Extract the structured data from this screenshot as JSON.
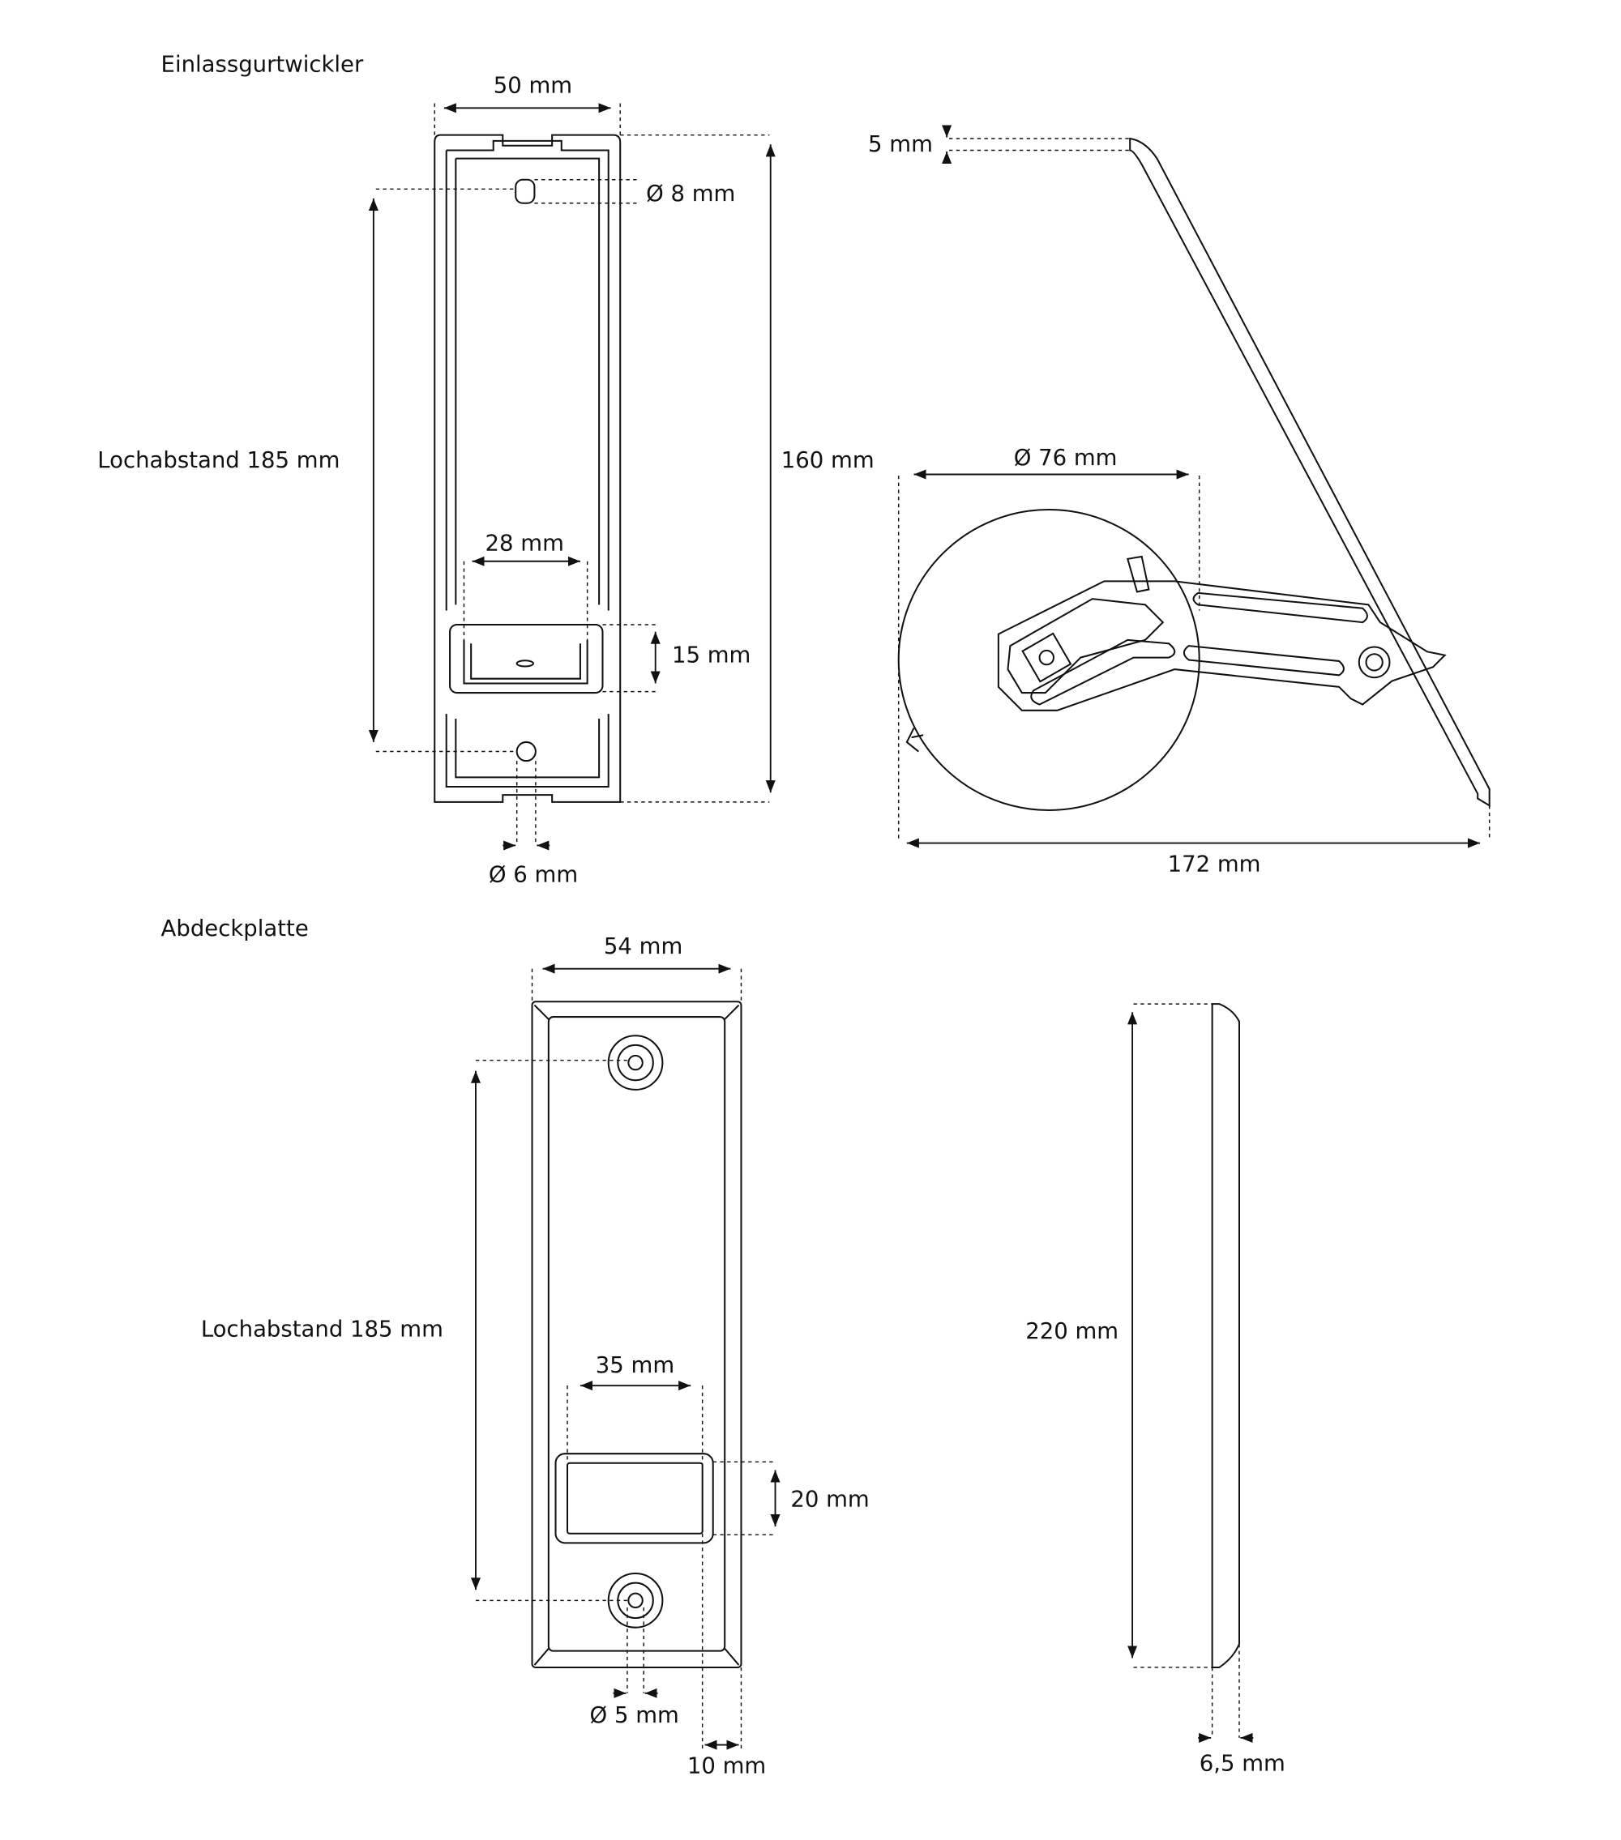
{
  "sections": {
    "winder_title": "Einlassgurtwickler",
    "cover_title": "Abdeckplatte"
  },
  "winder_front": {
    "width": "50 mm",
    "top_hole": "Ø 8 mm",
    "hole_spacing": "Lochabstand 185 mm",
    "height": "160 mm",
    "slot_width": "28 mm",
    "slot_height": "15 mm",
    "bottom_hole": "Ø 6 mm"
  },
  "winder_side": {
    "thickness": "5 mm",
    "drum_diameter": "Ø 76 mm",
    "depth": "172 mm"
  },
  "cover_front": {
    "width": "54 mm",
    "hole_spacing": "Lochabstand 185 mm",
    "slot_width": "35 mm",
    "slot_height": "20 mm",
    "hole": "Ø 5 mm",
    "edge": "10 mm"
  },
  "cover_side": {
    "height": "220 mm",
    "thickness": "6,5 mm"
  }
}
